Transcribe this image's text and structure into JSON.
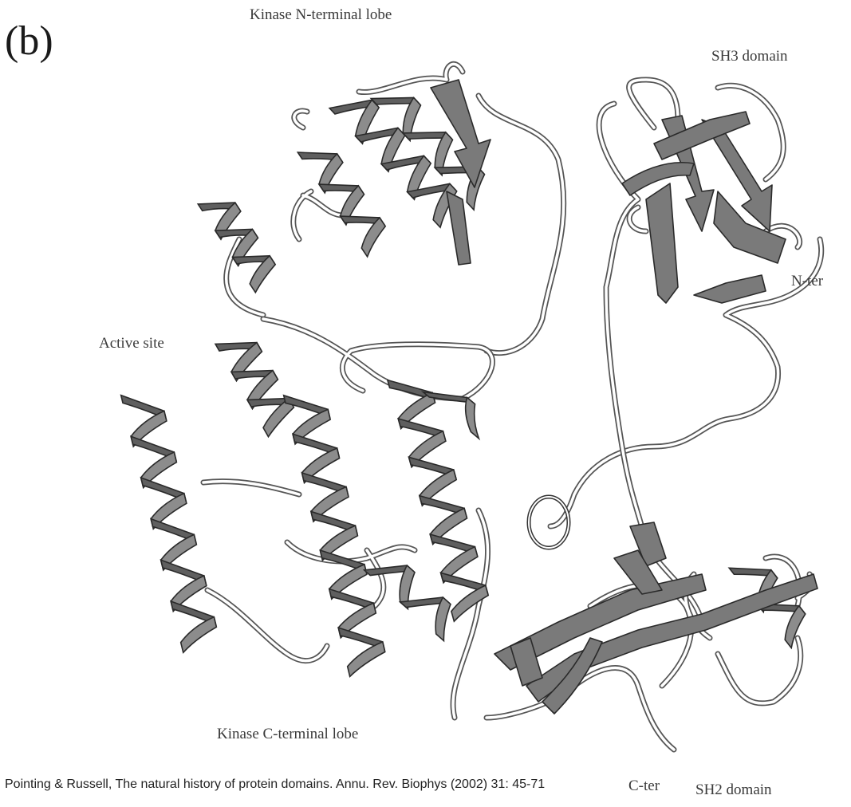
{
  "figure": {
    "panel_letter": "(b)",
    "labels": {
      "kinase_n_lobe": "Kinase N-terminal lobe",
      "sh3_domain": "SH3 domain",
      "n_ter": "N-ter",
      "active_site": "Active site",
      "kinase_c_lobe": "Kinase C-terminal lobe",
      "c_ter": "C-ter",
      "sh2_domain": "SH2 domain"
    },
    "citation": "Pointing & Russell, The natural history of protein domains. Annu. Rev. Biophys (2002) 31: 45-71"
  },
  "colors": {
    "helix": "#8c8c8c",
    "strand": "#7a7a7a",
    "coil": "#555555"
  }
}
